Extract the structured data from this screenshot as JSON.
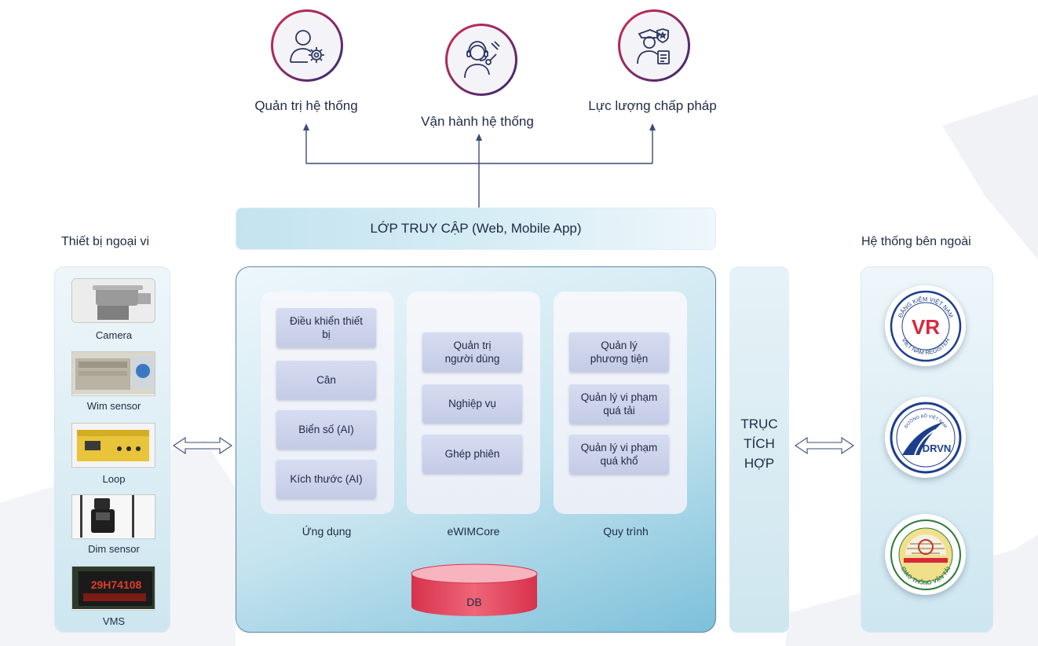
{
  "roles": [
    {
      "label": "Quản trị hệ thống",
      "icon": "admin-gear-icon"
    },
    {
      "label": "Vận hành hệ thống",
      "icon": "operator-headset-icon"
    },
    {
      "label": "Lực lượng chấp pháp",
      "icon": "police-officer-icon"
    }
  ],
  "access_layer": "LỚP TRUY CẬP (Web, Mobile App)",
  "peripherals": {
    "title": "Thiết bị ngoại vi",
    "devices": [
      "Camera",
      "Wim sensor",
      "Loop",
      "Dim sensor",
      "VMS"
    ]
  },
  "vms_display_text": "29H74108",
  "columns": [
    {
      "label": "Ứng dụng",
      "items": [
        "Điều khiển thiết bị",
        "Cân",
        "Biển số (AI)",
        "Kích thước (AI)"
      ]
    },
    {
      "label": "eWIMCore",
      "items": [
        "Quản trị người dùng",
        "Nghiệp vụ",
        "Ghép phiên"
      ]
    },
    {
      "label": "Quy trình",
      "items": [
        "Quản lý phương tiện",
        "Quản lý vi phạm quá tải",
        "Quản lý vi phạm quá khổ"
      ]
    }
  ],
  "database": "DB",
  "integration_axis": [
    "TRỤC",
    "TÍCH",
    "HỢP"
  ],
  "external": {
    "title": "Hệ thống bên ngoài",
    "logos": [
      {
        "name": "vietnam-register-logo",
        "top_text": "ĐĂNG KIỂM VIỆT NAM",
        "bottom_text": "VIET NAM REGISTER",
        "mark": "VR"
      },
      {
        "name": "drvn-logo",
        "top_text": "ĐƯỜNG BỘ VIỆT NAM",
        "mark": "DRVN"
      },
      {
        "name": "giao-thong-van-tai-logo",
        "bottom_text": "GIAO THÔNG VẬN TẢI"
      }
    ]
  },
  "colors": {
    "navy": "#1f2a44",
    "line": "#3b4a7a",
    "db_red": "#e1465e",
    "func_box": "#c8cfe8",
    "panel_blue": "#9fd0e3"
  }
}
